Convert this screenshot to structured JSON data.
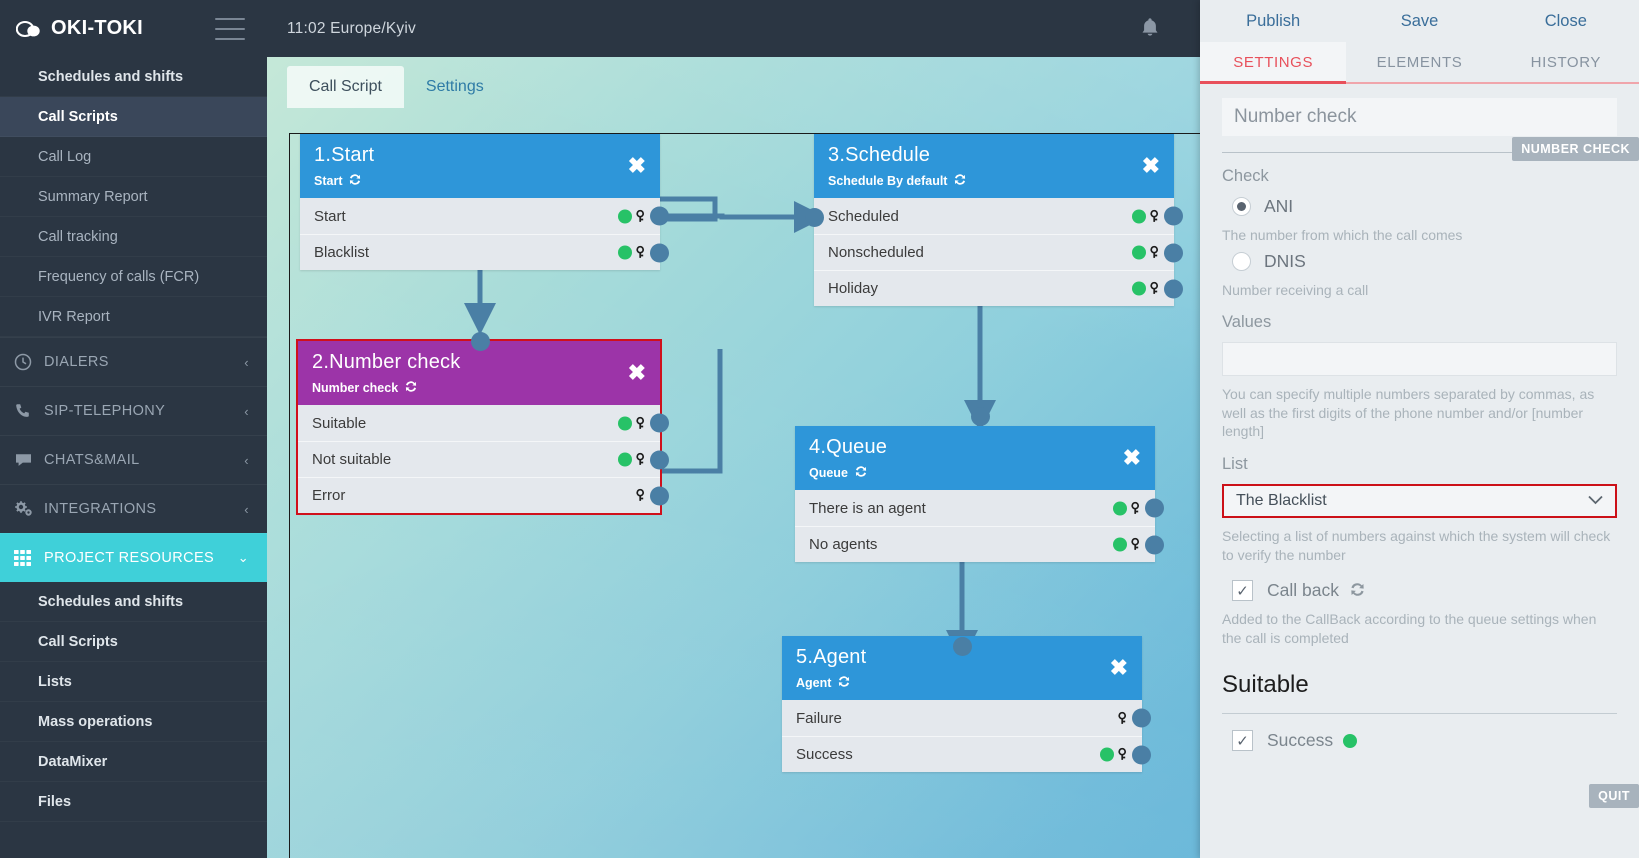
{
  "brand": {
    "name": "OKI-TOKI",
    "logo_icon": "cloud-logo-icon",
    "menu_icon": "hamburger-icon"
  },
  "topbar": {
    "clock": "11:02  Europe/Kyiv",
    "bell_icon": "notification-bell-icon",
    "user_text": ""
  },
  "sidebar": {
    "top_items": [
      {
        "label": "Schedules and shifts",
        "style": "bold"
      },
      {
        "label": "Call Scripts",
        "style": "active"
      },
      {
        "label": "Call Log",
        "style": "plain"
      },
      {
        "label": "Summary Report",
        "style": "plain"
      },
      {
        "label": "Call tracking",
        "style": "plain"
      },
      {
        "label": "Frequency of calls (FCR)",
        "style": "plain"
      },
      {
        "label": "IVR Report",
        "style": "plain"
      }
    ],
    "groups": [
      {
        "label": "DIALERS",
        "icon": "clock-icon",
        "chev": "‹",
        "highlight": false
      },
      {
        "label": "SIP-TELEPHONY",
        "icon": "phone-icon",
        "chev": "‹",
        "highlight": false
      },
      {
        "label": "CHATS&MAIL",
        "icon": "chat-icon",
        "chev": "‹",
        "highlight": false
      },
      {
        "label": "INTEGRATIONS",
        "icon": "gears-icon",
        "chev": "‹",
        "highlight": false
      },
      {
        "label": "PROJECT RESOURCES",
        "icon": "grid-icon",
        "chev": "⌄",
        "highlight": true
      }
    ],
    "project_items": [
      {
        "label": "Schedules and shifts"
      },
      {
        "label": "Call Scripts"
      },
      {
        "label": "Lists"
      },
      {
        "label": "Mass operations"
      },
      {
        "label": "DataMixer"
      },
      {
        "label": "Files"
      }
    ]
  },
  "canvas": {
    "tabs": [
      {
        "label": "Call Script",
        "active": true
      },
      {
        "label": "Settings",
        "active": false
      }
    ],
    "nodes": [
      {
        "id": "start",
        "title": "1.Start",
        "subtitle": "Start",
        "head_color": "#2e96d9",
        "selected": false,
        "rows": [
          {
            "label": "Start",
            "green": true,
            "key": true,
            "port": true
          },
          {
            "label": "Blacklist",
            "green": true,
            "key": true,
            "port": true
          }
        ]
      },
      {
        "id": "number-check",
        "title": "2.Number check",
        "subtitle": "Number check",
        "head_color": "#9c34a8",
        "selected": true,
        "rows": [
          {
            "label": "Suitable",
            "green": true,
            "key": true,
            "port": true
          },
          {
            "label": "Not suitable",
            "green": true,
            "key": true,
            "port": true
          },
          {
            "label": "Error",
            "green": false,
            "key": true,
            "port": true
          }
        ]
      },
      {
        "id": "schedule",
        "title": "3.Schedule",
        "subtitle": "Schedule By default",
        "head_color": "#2e96d9",
        "selected": false,
        "rows": [
          {
            "label": "Scheduled",
            "green": true,
            "key": true,
            "port": true
          },
          {
            "label": "Nonscheduled",
            "green": true,
            "key": true,
            "port": true
          },
          {
            "label": "Holiday",
            "green": true,
            "key": true,
            "port": true
          }
        ]
      },
      {
        "id": "queue",
        "title": "4.Queue",
        "subtitle": "Queue",
        "head_color": "#2e96d9",
        "selected": false,
        "rows": [
          {
            "label": "There is an agent",
            "green": true,
            "key": true,
            "port": true
          },
          {
            "label": "No agents",
            "green": true,
            "key": true,
            "port": true
          }
        ]
      },
      {
        "id": "agent",
        "title": "5.Agent",
        "subtitle": "Agent",
        "head_color": "#2e96d9",
        "selected": false,
        "rows": [
          {
            "label": "Failure",
            "green": false,
            "key": true,
            "port": true
          },
          {
            "label": "Success",
            "green": true,
            "key": true,
            "port": true
          }
        ]
      }
    ]
  },
  "panel": {
    "actions": [
      {
        "label": "Publish",
        "name": "publish-button"
      },
      {
        "label": "Save",
        "name": "save-button"
      },
      {
        "label": "Close",
        "name": "close-button"
      }
    ],
    "tabs": [
      {
        "label": "SETTINGS",
        "active": true
      },
      {
        "label": "ELEMENTS",
        "active": false
      },
      {
        "label": "HISTORY",
        "active": false
      }
    ],
    "title_value": "Number check",
    "type_badge": "NUMBER CHECK",
    "check_label": "Check",
    "radios": [
      {
        "label": "ANI",
        "selected": true,
        "hint": "The number from which the call comes"
      },
      {
        "label": "DNIS",
        "selected": false,
        "hint": "Number receiving a call"
      }
    ],
    "values_label": "Values",
    "values_value": "",
    "values_hint": "You can specify multiple numbers separated by commas, as well as the first digits of the phone number and/or [number length]",
    "list_label": "List",
    "list_value": "The Blacklist",
    "list_chevron_icon": "chevron-down-icon",
    "list_hint": "Selecting a list of numbers against which the system will check to verify the number",
    "callback_label": "Call back",
    "callback_checked": true,
    "callback_hint": "Added to the CallBack according to the queue settings when the call is completed",
    "suitable_heading": "Suitable",
    "quit_badge": "QUIT",
    "success_label": "Success",
    "success_checked": true,
    "accent_red": "#e8505b",
    "accent_select_border": "#cc1018"
  }
}
